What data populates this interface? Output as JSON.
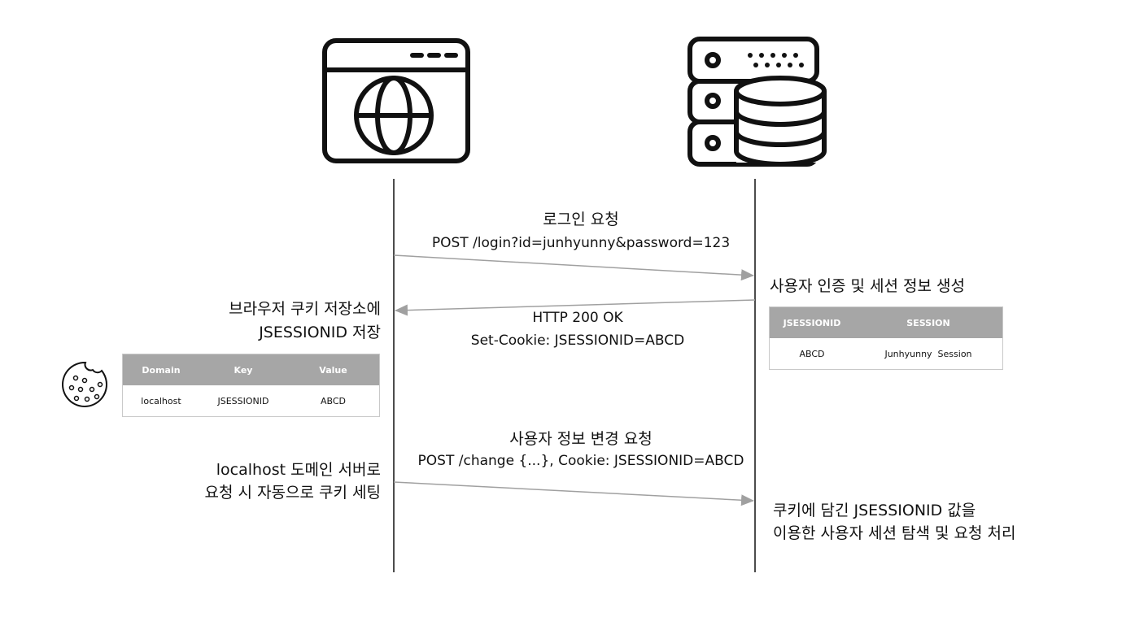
{
  "diagram": {
    "steps": {
      "login": {
        "title": "로그인 요청",
        "detail": "POST /login?id=junhyunny&password=123"
      },
      "server_create": "사용자 인증 및 세션 정보 생성",
      "response": {
        "status": "HTTP 200 OK",
        "set_cookie": "Set-Cookie: JSESSIONID=ABCD"
      },
      "browser_store": {
        "line1": "브라우저 쿠키 저장소에",
        "line2": "JSESSIONID 저장"
      },
      "change": {
        "title": "사용자 정보 변경 요청",
        "detail": "POST /change {...}, Cookie: JSESSIONID=ABCD"
      },
      "auto_cookie": {
        "line1": "localhost 도메인 서버로",
        "line2": "요청 시 자동으로 쿠키 세팅"
      },
      "server_lookup": {
        "line1": "쿠키에 담긴 JSESSIONID 값을",
        "line2": "이용한 사용자 세션 탐색 및 요청 처리"
      }
    },
    "cookie_table": {
      "headers": [
        "Domain",
        "Key",
        "Value"
      ],
      "row": [
        "localhost",
        "JSESSIONID",
        "ABCD"
      ]
    },
    "session_table": {
      "headers": [
        "JSESSIONID",
        "SESSION"
      ],
      "row": [
        "ABCD",
        "Junhyunny  Session"
      ]
    },
    "colors": {
      "line": "#111111",
      "arrow": "#a0a0a0",
      "table_header": "#a6a6a6"
    },
    "icons": [
      "browser-globe-icon",
      "server-database-icon",
      "cookie-icon"
    ]
  }
}
